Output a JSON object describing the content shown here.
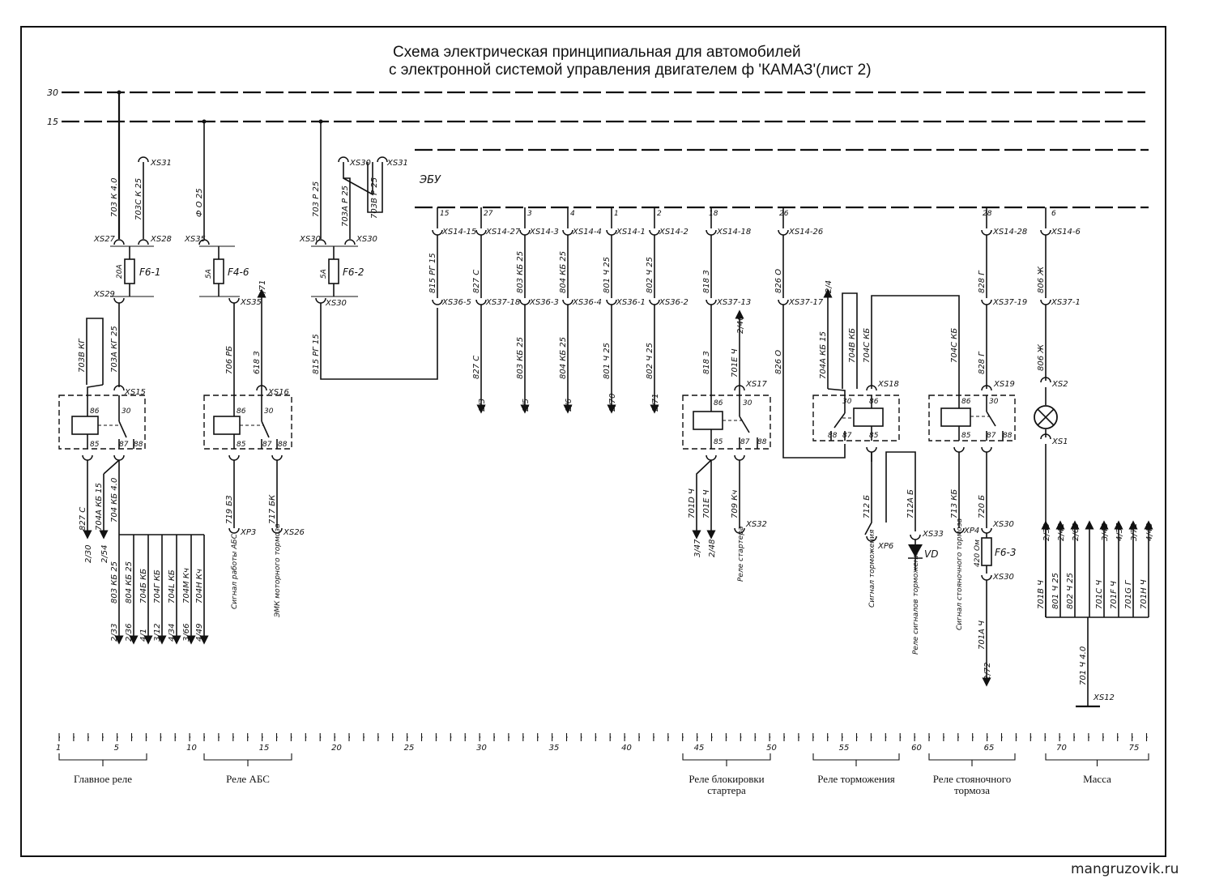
{
  "title": {
    "line1": "Схема электрическая принципиальная для автомобилей",
    "line2": "с электронной системой управления двигателем ф 'КАМАЗ'(лист 2)"
  },
  "buses": {
    "bus30": "30",
    "bus15": "15",
    "ecu": "ЭБУ"
  },
  "fuses": {
    "f61": {
      "label": "F6-1",
      "rating": "20А"
    },
    "f46": {
      "label": "F4-6",
      "rating": "5А"
    },
    "f62": {
      "label": "F6-2",
      "rating": "5А"
    },
    "f63": {
      "label": "F6-3",
      "rating": "420 Ом"
    }
  },
  "main_relay": {
    "wire_703": "703 К 4.0",
    "wire_703c": "703С К 25",
    "xs31": "XS31",
    "xs27": "XS27",
    "xs28": "XS28",
    "xs29": "XS29",
    "xs15": "XS15",
    "wire_703b": "703В КГ",
    "wire_703a": "703А КГ 25",
    "pin86": "86",
    "pin85": "85",
    "pin30": "30",
    "pin87": "87",
    "pin88": "88",
    "wire_827": "827 С",
    "wire_704a": "704А КБ 15",
    "wire_704": "704 КБ 4.0",
    "ref_230": "2/30",
    "ref_254": "2/54",
    "out_wires": [
      "803 КБ 25",
      "804 КБ 25",
      "704Б КБ",
      "704Г КБ",
      "704L КБ",
      "704М Кч",
      "704Н Кч"
    ],
    "out_refs": [
      "2/33",
      "2/36",
      "4/1",
      "3/12",
      "4/34",
      "3/66",
      "4/49"
    ]
  },
  "abs_relay": {
    "wire_top": "Ф О 25",
    "xs35": "XS35",
    "xs35b": "XS35",
    "xs16": "XS16",
    "wire_706": "706 РБ",
    "wire_618": "618 З",
    "ref_171": "1/71",
    "pin86": "86",
    "pin85": "85",
    "pin30": "30",
    "pin87": "87",
    "pin88": "88",
    "wire_719": "719 БЗ",
    "wire_717": "717 БК",
    "xp3": "XP3",
    "xs26": "XS26",
    "sig1": "Сигнал работы АБС",
    "sig2": "ЭМК моторного тормоза"
  },
  "ecu_feed": {
    "wire_703p": "703 Р 25",
    "wire_703ap": "703А Р 25",
    "wire_703bp": "703В Р 25",
    "xs30a": "XS30",
    "xs31": "XS31",
    "xs30b": "XS30",
    "xs30c": "XS30",
    "xs30d": "XS30",
    "wire_815": "815 РГ 15"
  },
  "ecu_pins": [
    {
      "pin": "15",
      "conn": "XS14-15",
      "wire": "815 РГ 15",
      "conn2": "XS36-5"
    },
    {
      "pin": "27",
      "conn": "XS14-27",
      "wire": "827 С",
      "conn2": "XS37-18",
      "wire2": "827 С",
      "ref": "2/3"
    },
    {
      "pin": "3",
      "conn": "XS14-3",
      "wire": "803 КБ 25",
      "conn2": "XS36-3",
      "wire2": "803 КБ 25",
      "ref": "2/5"
    },
    {
      "pin": "4",
      "conn": "XS14-4",
      "wire": "804 КБ 25",
      "conn2": "XS36-4",
      "wire2": "804 КБ 25",
      "ref": "2/6"
    },
    {
      "pin": "1",
      "conn": "XS14-1",
      "wire": "801 Ч 25",
      "conn2": "XS36-1",
      "wire2": "801 Ч 25",
      "ref": "2/70"
    },
    {
      "pin": "2",
      "conn": "XS14-2",
      "wire": "802 Ч 25",
      "conn2": "XS36-2",
      "wire2": "802 Ч 25",
      "ref": "2/71"
    }
  ],
  "starter_relay": {
    "pin": "18",
    "conn": "XS14-18",
    "wire": "818 З",
    "conn2": "XS37-13",
    "wire2": "818 З",
    "wire_701e": "701Е Ч",
    "ref_246": "2/46",
    "xs17": "XS17",
    "pin86": "86",
    "pin85": "85",
    "pin30": "30",
    "pin87": "87",
    "pin88": "88",
    "wire_701d": "701D Ч",
    "wire_701e2": "701Е Ч",
    "wire_709": "709 Кч",
    "ref_347": "3/47",
    "ref_248": "2/48",
    "xs32": "XS32",
    "label": "Реле стартера"
  },
  "brake_relay": {
    "pin": "26",
    "conn": "XS14-26",
    "wire": "826 О",
    "conn2": "XS37-17",
    "wire2": "826 О",
    "ref_24": "2/4",
    "wire_704a": "704А КБ 15",
    "wire_704b": "704В КБ",
    "wire_704c": "704С КБ",
    "xs18": "XS18",
    "pin30": "30",
    "pin86": "86",
    "pin88": "88",
    "pin87": "87",
    "pin85": "85",
    "wire_712": "712 Б",
    "wire_712a": "712А Б",
    "xp6": "XP6",
    "xs33": "XS33",
    "vd": "VD",
    "sig1": "Сигнал торможения",
    "sig2": "Реле сигналов торможения"
  },
  "park_relay": {
    "pin": "28",
    "conn": "XS14-28",
    "wire": "828 Г",
    "conn2": "XS37-19",
    "wire2": "828 Г",
    "wire_704c": "704С КБ",
    "xs19": "XS19",
    "pin86": "86",
    "pin30": "30",
    "pin85": "85",
    "pin87": "87",
    "pin88": "88",
    "wire_713": "713 КБ",
    "wire_720": "720 Б",
    "xp4": "XP4",
    "xs30": "XS30",
    "xs30b": "XS30",
    "wire_701a": "701А Ч",
    "ref_272": "2/72",
    "sig": "Сигнал стояночного тормоза"
  },
  "ground": {
    "pin": "6",
    "conn": "XS14-6",
    "wire": "806 Ж",
    "conn2": "XS37-1",
    "wire2": "806 Ж",
    "xs2": "XS2",
    "xs1": "XS1",
    "wires": [
      "701В Ч",
      "801 Ч 25",
      "802 Ч 25",
      "701С Ч",
      "701F Ч",
      "701G Г",
      "701Н Ч"
    ],
    "refs": [
      "2/39",
      "2/42",
      "2/65",
      "3/48",
      "4/37",
      "3/72",
      "4/48"
    ],
    "wire_main": "701 Ч 4.0",
    "xs12": "XS12"
  },
  "scale": {
    "labels": [
      "1",
      "5",
      "10",
      "15",
      "20",
      "25",
      "30",
      "35",
      "40",
      "45",
      "50",
      "55",
      "60",
      "65",
      "70",
      "75"
    ],
    "groups": [
      {
        "line1": "Главное реле",
        "line2": ""
      },
      {
        "line1": "Реле АБС",
        "line2": ""
      },
      {
        "line1": "Реле блокировки",
        "line2": "стартера"
      },
      {
        "line1": "Реле торможения",
        "line2": ""
      },
      {
        "line1": "Реле стояночного",
        "line2": "тормоза"
      },
      {
        "line1": "Масса",
        "line2": ""
      }
    ]
  },
  "watermark": "mangruzovik.ru"
}
